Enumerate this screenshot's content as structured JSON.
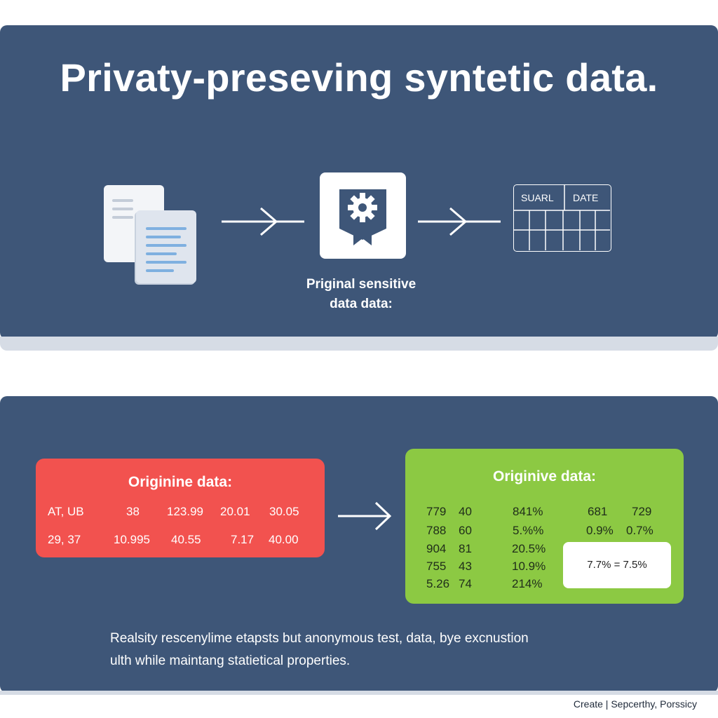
{
  "title": "Privaty-preseving syntetic data.",
  "flow": {
    "step1_icon": "documents-icon",
    "step2_icon": "gear-badge-icon",
    "step3_icon": "table-icon",
    "caption_line1": "Priginal sensitive",
    "caption_line2": "data  data:",
    "table_headers": [
      "SUARL",
      "DATE"
    ]
  },
  "original_card": {
    "title": "Originine data:",
    "color": "#f2524f",
    "rows": [
      [
        "AT,  UB",
        "38",
        "123.99",
        "20.01",
        "30.05"
      ],
      [
        "29,  37",
        "10.995",
        "40.55",
        "7.17",
        "40.00"
      ]
    ]
  },
  "synthetic_card": {
    "title": "Originive data:",
    "color": "#8cc943",
    "rows": [
      [
        "779",
        "40",
        "841%",
        "681",
        "729"
      ],
      [
        "788",
        "60",
        "5.%%",
        "0.9%",
        "0.7%"
      ],
      [
        "904",
        "81",
        "20.5%"
      ],
      [
        "755",
        "43",
        "10.9%"
      ],
      [
        "5.26",
        "74",
        "214%"
      ]
    ],
    "note": "7.7% = 7.5%"
  },
  "description": {
    "line1": "Realsity rescenylime etapsts but anonymous test, data, bye excnustion",
    "line2": "ulth while maintang statietical properties."
  },
  "footer": "Create | Sepcerthy, Porssicy",
  "colors": {
    "panel": "#3e5678",
    "accent_red": "#f2524f",
    "accent_green": "#8cc943"
  }
}
